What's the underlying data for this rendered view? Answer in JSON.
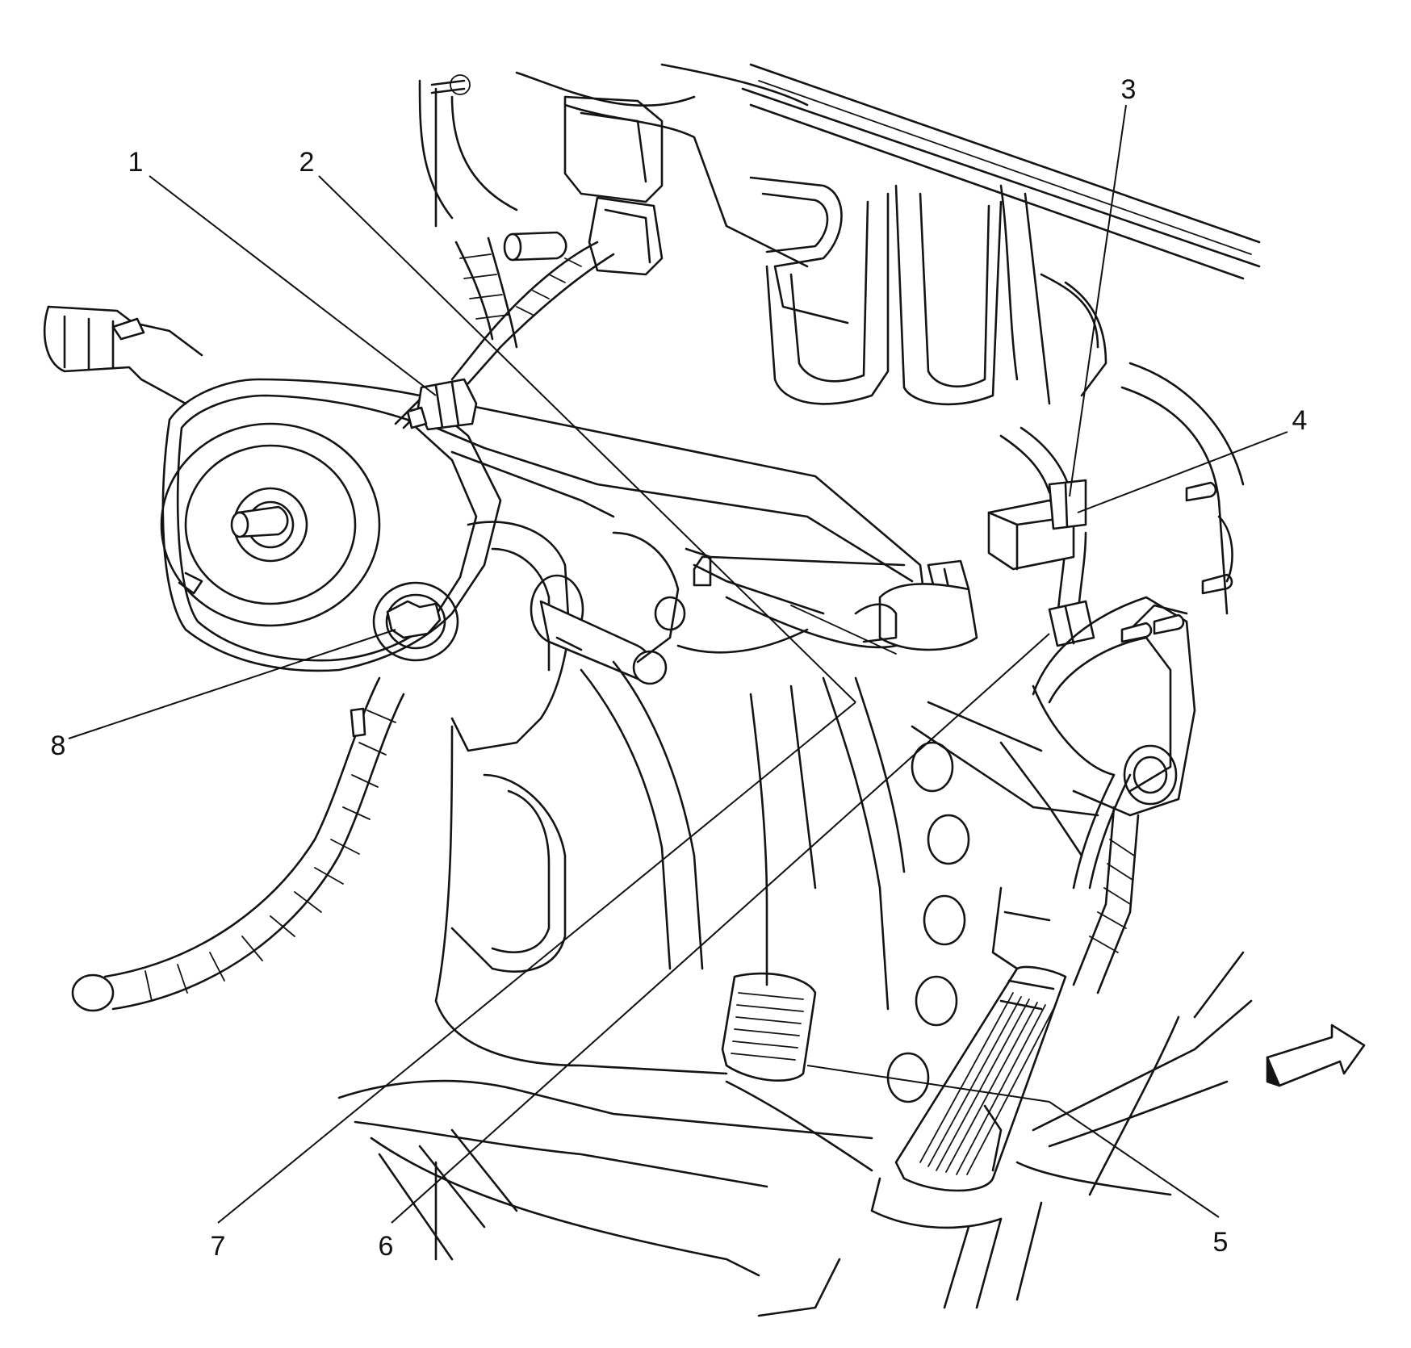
{
  "diagram": {
    "callouts": [
      {
        "label": "1"
      },
      {
        "label": "2"
      },
      {
        "label": "3"
      },
      {
        "label": "4"
      },
      {
        "label": "5"
      },
      {
        "label": "6"
      },
      {
        "label": "7"
      },
      {
        "label": "8"
      }
    ],
    "icons": [
      "direction-arrow-icon"
    ]
  }
}
